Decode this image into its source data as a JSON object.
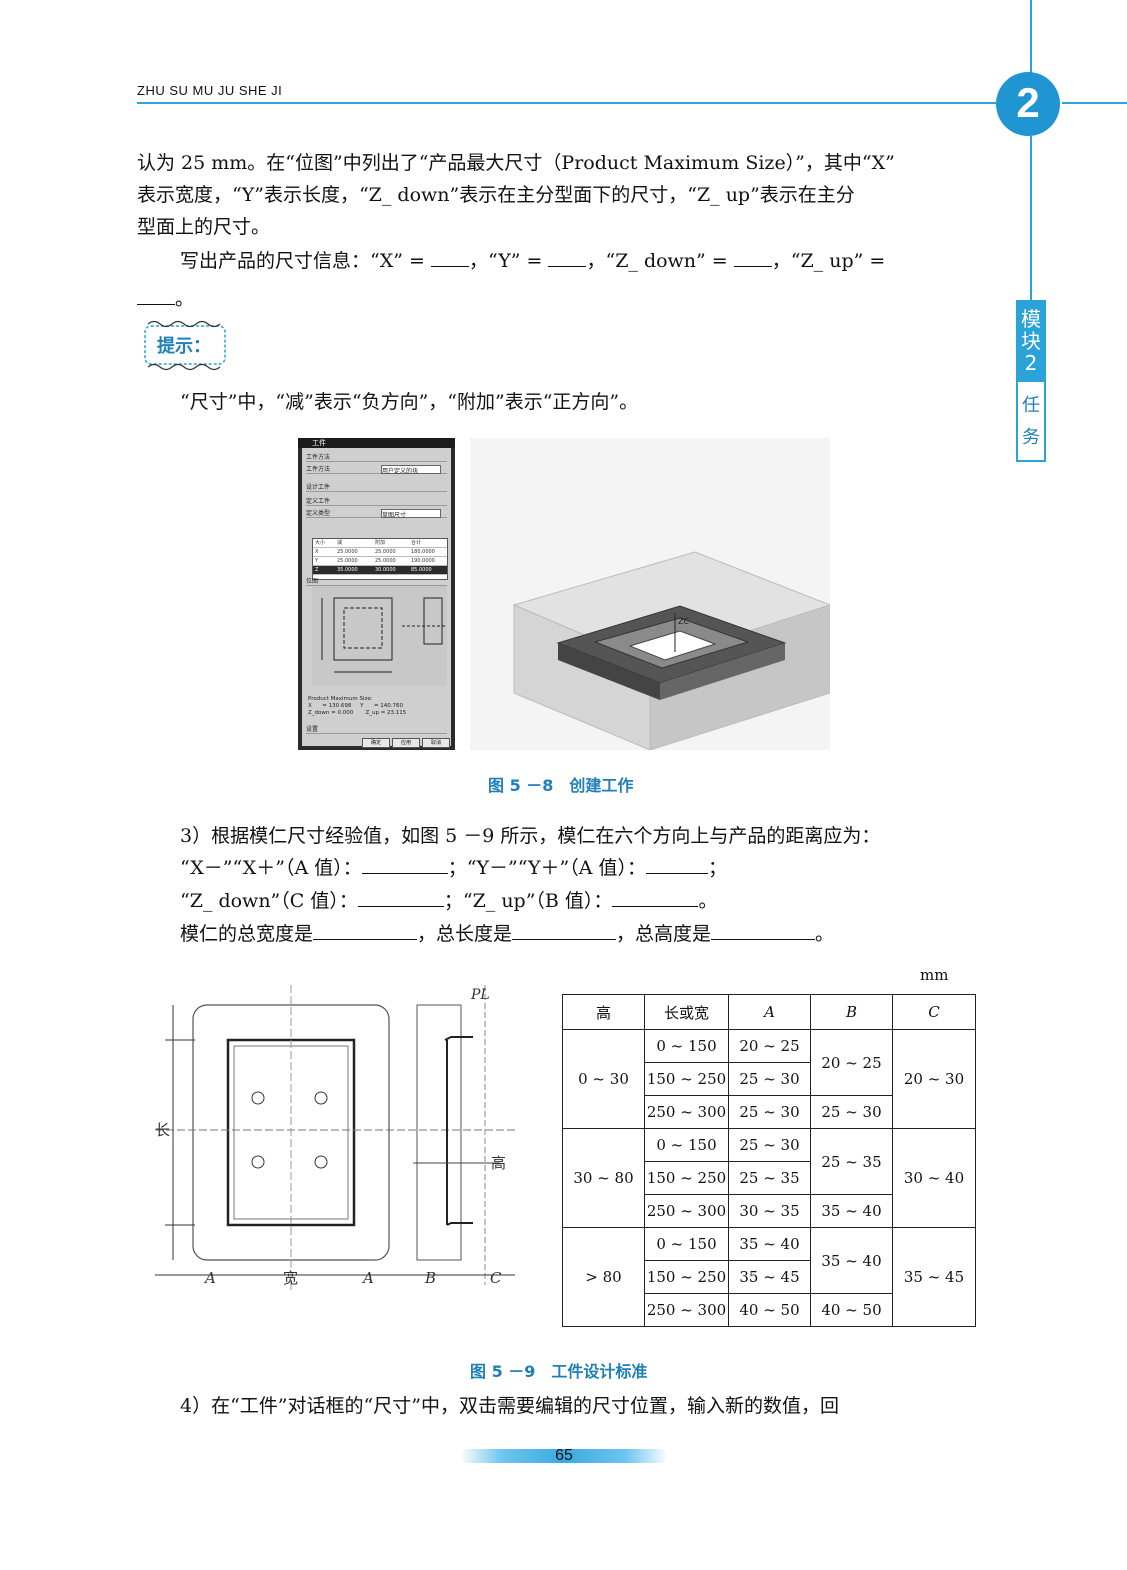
{
  "header": {
    "running_title": "ZHU SU MU JU SHE JI",
    "chapter_number": "2"
  },
  "side_tab": {
    "module": "模\n块\n2",
    "task": "任\n务"
  },
  "paragraphs": {
    "p1": "认为 25 mm。在“位图”中列出了“产品最大尺寸（Product Maximum Size）”，其中“X”",
    "p2": "表示宽度，“Y”表示长度，“Z_ down”表示在主分型面下的尺寸，“Z_ up”表示在主分",
    "p3": "型面上的尺寸。",
    "p4_a": "写出产品的尺寸信息：“X” =",
    "p4_b": "，“Y” =",
    "p4_c": "，“Z_ down” =",
    "p4_d": "，“Z_ up” =",
    "p5_end": "。",
    "hint_text": "“尺寸”中，“减”表示“负方向”，“附加”表示“正方向”。",
    "p6": "3）根据模仁尺寸经验值，如图 5 －9 所示，模仁在六个方向上与产品的距离应为：",
    "p7_a": "“X－”“X＋”（A 值）：",
    "p7_b": "；“Y－”“Y＋”（A 值）：",
    "p7_c": "；",
    "p8_a": "“Z_ down”（C 值）：",
    "p8_b": "；“Z_ up”（B 值）：",
    "p8_c": "。",
    "p9_a": "模仁的总宽度是",
    "p9_b": "，总长度是",
    "p9_c": "，总高度是",
    "p9_d": "。",
    "p10": "4）在“工件”对话框的“尺寸”中，双击需要编辑的尺寸位置，输入新的数值，回"
  },
  "hint": {
    "label": "提示："
  },
  "figure_5_8": {
    "caption": "图 5 －8　创建工作",
    "dialog": {
      "title": "工件",
      "rows": [
        "工件方法",
        "工件方法",
        "设计工件",
        "定义工件",
        "定义类型"
      ],
      "field_1": "用户定义的块",
      "field_2": "草图尺寸",
      "table_header": [
        "大小",
        "减",
        "附加",
        "合计"
      ],
      "table_rows": [
        [
          "X",
          "25.0000",
          "25.0000",
          "180.0000"
        ],
        [
          "Y",
          "25.0000",
          "25.0000",
          "190.0000"
        ],
        [
          "Z",
          "35.0000",
          "30.0000",
          "85.0000"
        ]
      ],
      "section_sketch": "位图",
      "size_info": "Product Maximum Size:\nX      = 130.698     Y      = 140.760\nZ_down = 0.000       Z_up = 23.115",
      "section_settings": "设置",
      "buttons": [
        "确定",
        "应用",
        "取消"
      ]
    }
  },
  "figure_5_9": {
    "caption": "图 5 －9　工件设计标准",
    "drawing_labels": {
      "A": "A",
      "width": "宽",
      "B": "B",
      "C": "C",
      "length": "长",
      "height": "高",
      "PL": "PL"
    },
    "unit": "mm",
    "table": {
      "headers": [
        "高",
        "长或宽",
        "A",
        "B",
        "C"
      ],
      "groups": [
        {
          "height": "0 ~ 30",
          "rows": [
            {
              "len": "0 ~ 150",
              "A": "20 ~ 25"
            },
            {
              "len": "150 ~ 250",
              "A": "25 ~ 30"
            },
            {
              "len": "250 ~ 300",
              "A": "25 ~ 30"
            }
          ],
          "B_top": "20 ~ 25",
          "B_bottom": "25 ~ 30",
          "C": "20 ~ 30"
        },
        {
          "height": "30 ~ 80",
          "rows": [
            {
              "len": "0 ~ 150",
              "A": "25 ~ 30"
            },
            {
              "len": "150 ~ 250",
              "A": "25 ~ 35"
            },
            {
              "len": "250 ~ 300",
              "A": "30 ~ 35"
            }
          ],
          "B_top": "25 ~ 35",
          "B_bottom": "35 ~ 40",
          "C": "30 ~ 40"
        },
        {
          "height": "> 80",
          "rows": [
            {
              "len": "0 ~ 150",
              "A": "35 ~ 40"
            },
            {
              "len": "150 ~ 250",
              "A": "35 ~ 45"
            },
            {
              "len": "250 ~ 300",
              "A": "40 ~ 50"
            }
          ],
          "B_top": "35 ~ 40",
          "B_bottom": "40 ~ 50",
          "C": "35 ~ 45"
        }
      ]
    }
  },
  "footer": {
    "page_number": "65"
  },
  "colors": {
    "accent": "#2aa3d8",
    "caption": "#1f7fb8"
  }
}
